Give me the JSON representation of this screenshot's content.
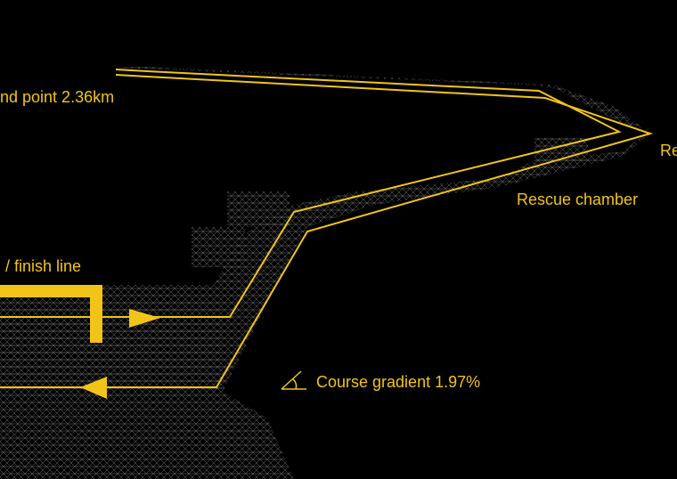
{
  "labels": {
    "end_point": "nd point 2.36km",
    "right_edge": "Re",
    "rescue_chamber": "Rescue chamber",
    "finish_line": "/ finish line",
    "course_gradient": "Course gradient 1.97%"
  },
  "colors": {
    "accent": "#f2c417",
    "tunnel": "#8a8a8a",
    "background": "#000000"
  },
  "icons": [
    "angle-icon",
    "arrow-right-icon",
    "arrow-left-icon"
  ]
}
